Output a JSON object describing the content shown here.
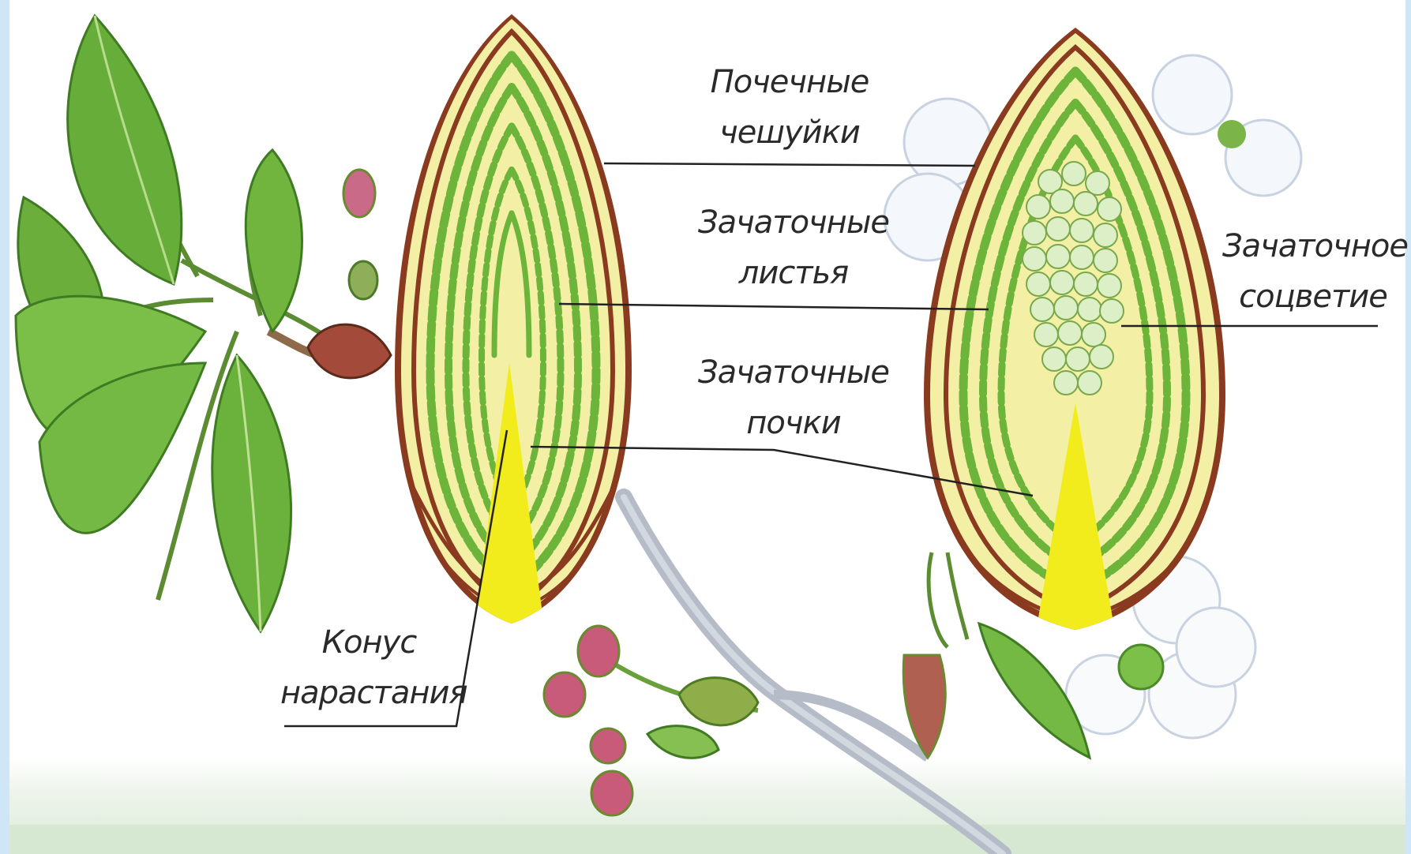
{
  "labels": {
    "scales": [
      "Почечные",
      "чешуйки"
    ],
    "leaves": [
      "Зачаточные",
      "листья"
    ],
    "buds": [
      "Зачаточные",
      "почки"
    ],
    "inflorescence": [
      "Зачаточное",
      "соцветие"
    ],
    "cone": [
      "Конус",
      "нарастания"
    ]
  },
  "colors": {
    "frame": "#cfe6f6",
    "background": "#ffffff",
    "ground": "#e3eee0",
    "scale_outline": "#8a3a1e",
    "bud_fill": "#f3f0a6",
    "leaf_green": "#6cb43a",
    "cone_yellow": "#f2ec1c",
    "branch": "#b9c0cc",
    "leader_line": "#222222"
  }
}
